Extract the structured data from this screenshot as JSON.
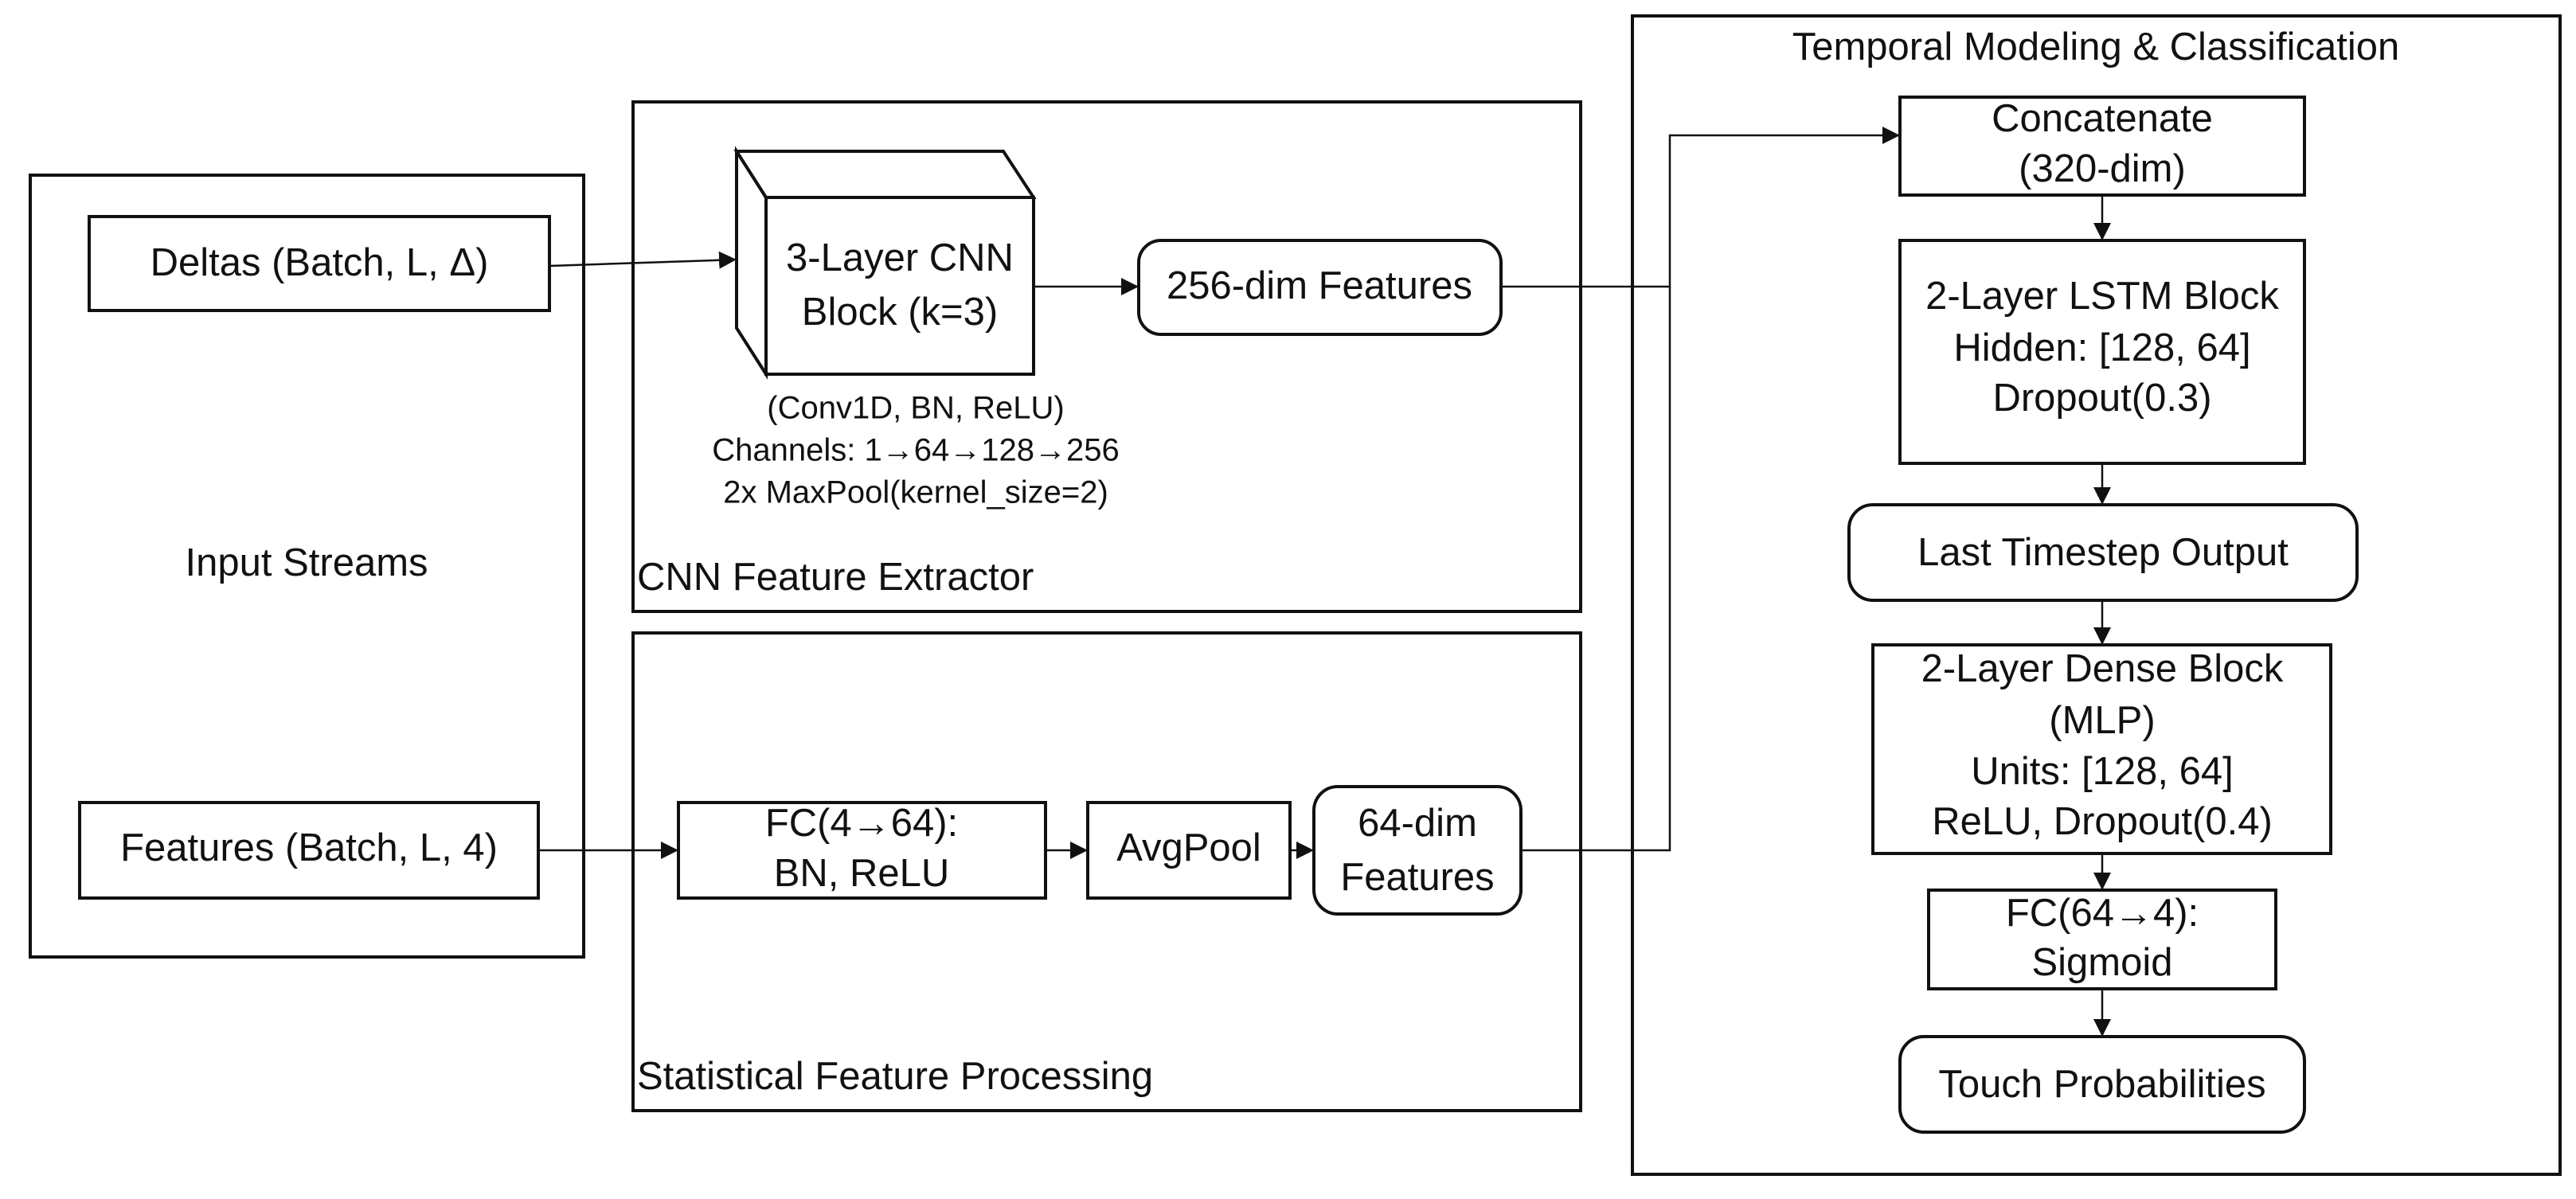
{
  "groups": {
    "input": "Input Streams",
    "cnn": "CNN Feature Extractor",
    "stat": "Statistical Feature Processing",
    "temporal": "Temporal Modeling & Classification"
  },
  "nodes": {
    "deltas": "Deltas (Batch, L, Δ)",
    "features_in": "Features (Batch, L, 4)",
    "cnn_block": [
      "3-Layer CNN",
      "Block (k=3)"
    ],
    "cnn_note": [
      "(Conv1D, BN, ReLU)",
      "Channels: 1→64→128→256",
      "2x MaxPool(kernel_size=2)"
    ],
    "feat256": "256-dim Features",
    "fc_in": [
      "FC(4→64):",
      "BN, ReLU"
    ],
    "avgpool": "AvgPool",
    "feat64": [
      "64-dim",
      "Features"
    ],
    "concat": [
      "Concatenate",
      "(320-dim)"
    ],
    "lstm": [
      "2-Layer LSTM Block",
      "Hidden: [128, 64]",
      "Dropout(0.3)"
    ],
    "last": "Last Timestep Output",
    "dense": [
      "2-Layer Dense Block",
      "(MLP)",
      "Units: [128, 64]",
      "ReLU, Dropout(0.4)"
    ],
    "fc_out": [
      "FC(64→4):",
      "Sigmoid"
    ],
    "touch": "Touch Probabilities"
  }
}
